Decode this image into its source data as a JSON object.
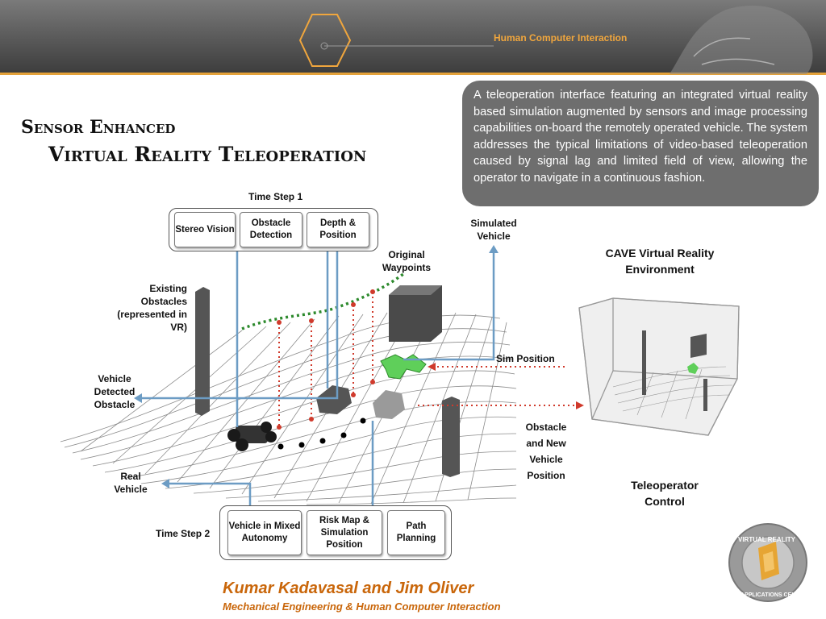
{
  "header": {
    "label": "Human Computer Interaction"
  },
  "title": {
    "line1": "Sensor Enhanced",
    "line2": "Virtual Reality Teleoperation"
  },
  "description": "A teleoperation interface featuring an integrated virtual reality based simulation augmented by sensors and image processing capabilities on-board the remotely operated vehicle. The system addresses the typical limitations of video-based teleoperation caused by signal lag and limited field of view, allowing the operator to navigate in a continuous fashion.",
  "time_step_1": {
    "label": "Time Step 1",
    "boxes": [
      "Stereo Vision",
      "Obstacle Detection",
      "Depth & Position"
    ]
  },
  "time_step_2": {
    "label": "Time Step 2",
    "boxes": [
      "Vehicle in Mixed Autonomy",
      "Risk Map & Simulation Position",
      "Path Planning"
    ]
  },
  "labels": {
    "existing_obstacles": "Existing Obstacles (represented in VR)",
    "vehicle_detected_obstacle": "Vehicle Detected Obstacle",
    "real_vehicle": "Real Vehicle",
    "original_waypoints": "Original Waypoints",
    "simulated_vehicle": "Simulated Vehicle",
    "sim_position": "Sim Position",
    "obstacle_new_position": "Obstacle and New Vehicle Position"
  },
  "cave": {
    "title": "CAVE  Virtual Reality Environment",
    "operator": "Teleoperator Control"
  },
  "logo": {
    "text": "VIRTUAL REALITY APPLICATIONS CENTER"
  },
  "footer": {
    "authors": "Kumar Kadavasal and Jim Oliver",
    "department": "Mechanical Engineering & Human Computer Interaction"
  },
  "colors": {
    "accent": "#e4a23a",
    "author_text": "#c9660a",
    "blue_arrow": "#6c9cc4",
    "red_dotted": "#d03a2c",
    "green_waypoint": "#2d8a2d",
    "desc_bg": "#6e6e6e"
  }
}
